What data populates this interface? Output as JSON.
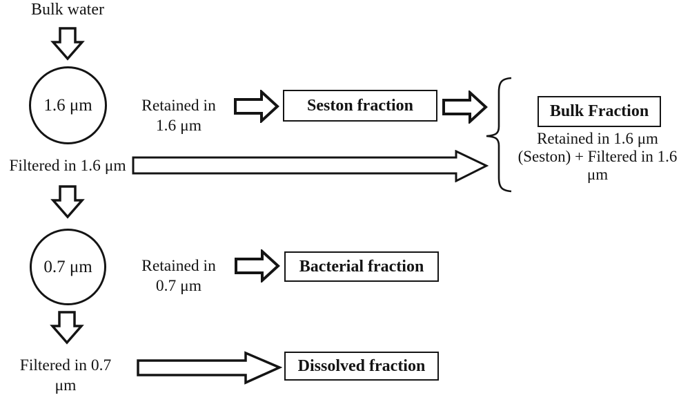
{
  "palette": {
    "ink": "#141414",
    "paper": "#ffffff"
  },
  "source": {
    "label": "Bulk water"
  },
  "filters": {
    "large": {
      "label": "1.6 μm"
    },
    "small": {
      "label": "0.7 μm"
    }
  },
  "flow_labels": {
    "retained_large": {
      "line1": "Retained in",
      "line2": "1.6 μm"
    },
    "filtered_large": {
      "line1": "Filtered in 1.6 μm"
    },
    "retained_small": {
      "line1": "Retained in",
      "line2": "0.7 μm"
    },
    "filtered_small": {
      "line1": "Filtered in 0.7",
      "line2": "μm"
    }
  },
  "fractions": {
    "seston": {
      "label": "Seston fraction"
    },
    "bulk": {
      "label": "Bulk Fraction",
      "desc_line1": "Retained in 1.6 μm",
      "desc_line2": "(Seston) + Filtered in 1.6",
      "desc_line3": "μm"
    },
    "bacterial": {
      "label": "Bacterial fraction"
    },
    "dissolved": {
      "label": "Dissolved fraction"
    }
  },
  "icons": {
    "down_arrow": "⇩",
    "right_arrow": "⇨",
    "long_right_arrow": "⟹",
    "brace": "{"
  }
}
